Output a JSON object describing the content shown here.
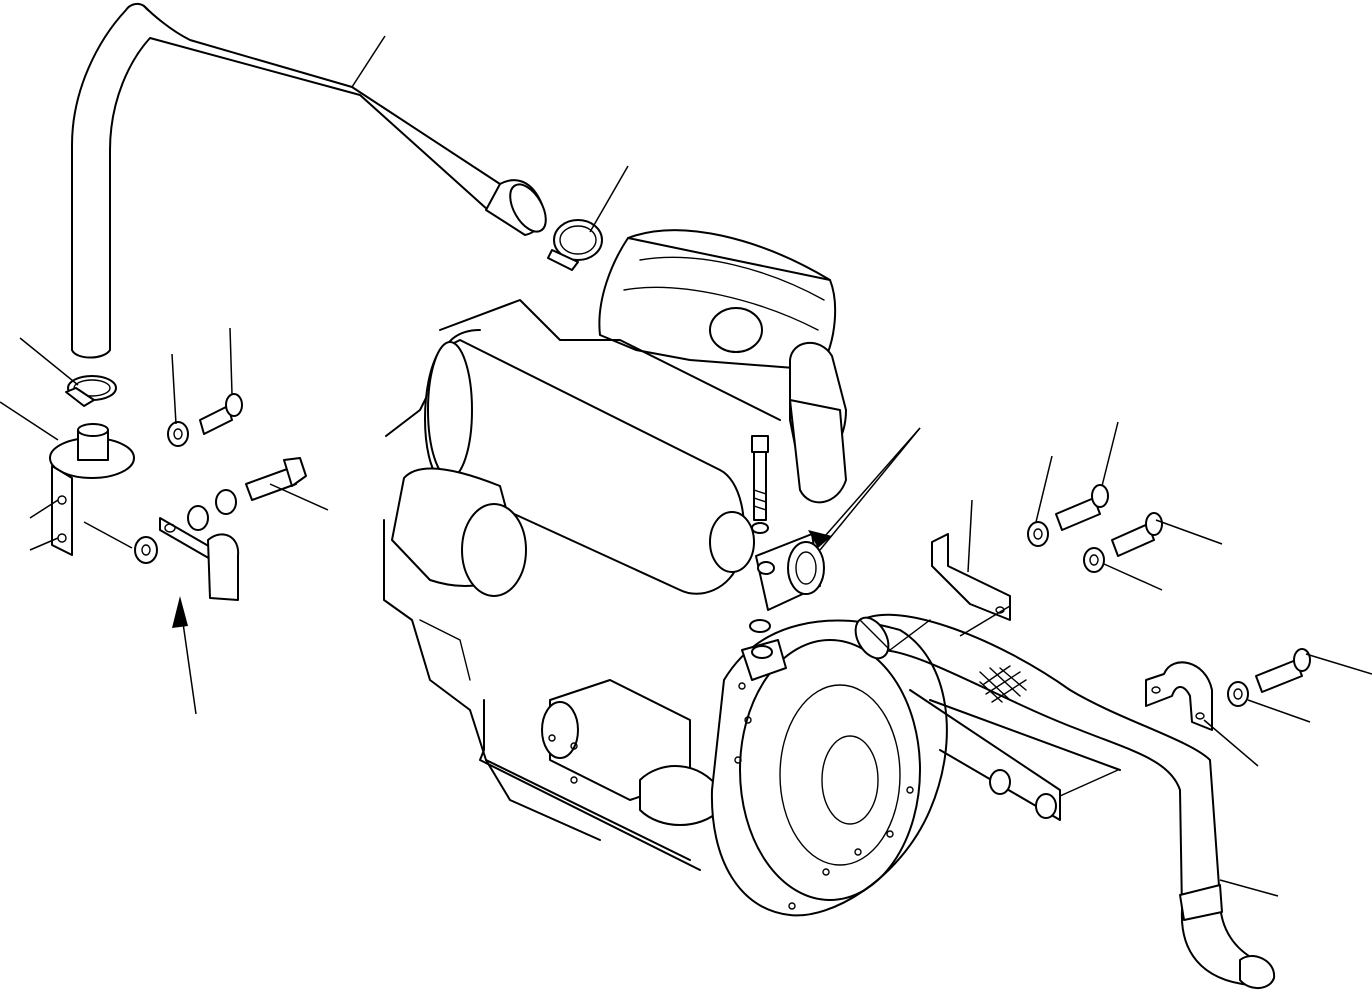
{
  "diagram": {
    "stroke_color": "#000000",
    "background": "#ffffff",
    "parts": [
      "upper-hose",
      "hose-clamp",
      "air-cleaner",
      "engine-block",
      "flywheel-housing",
      "lower-hose",
      "mounting-bracket",
      "bolt",
      "washer",
      "nut",
      "pipe-clamp"
    ]
  }
}
